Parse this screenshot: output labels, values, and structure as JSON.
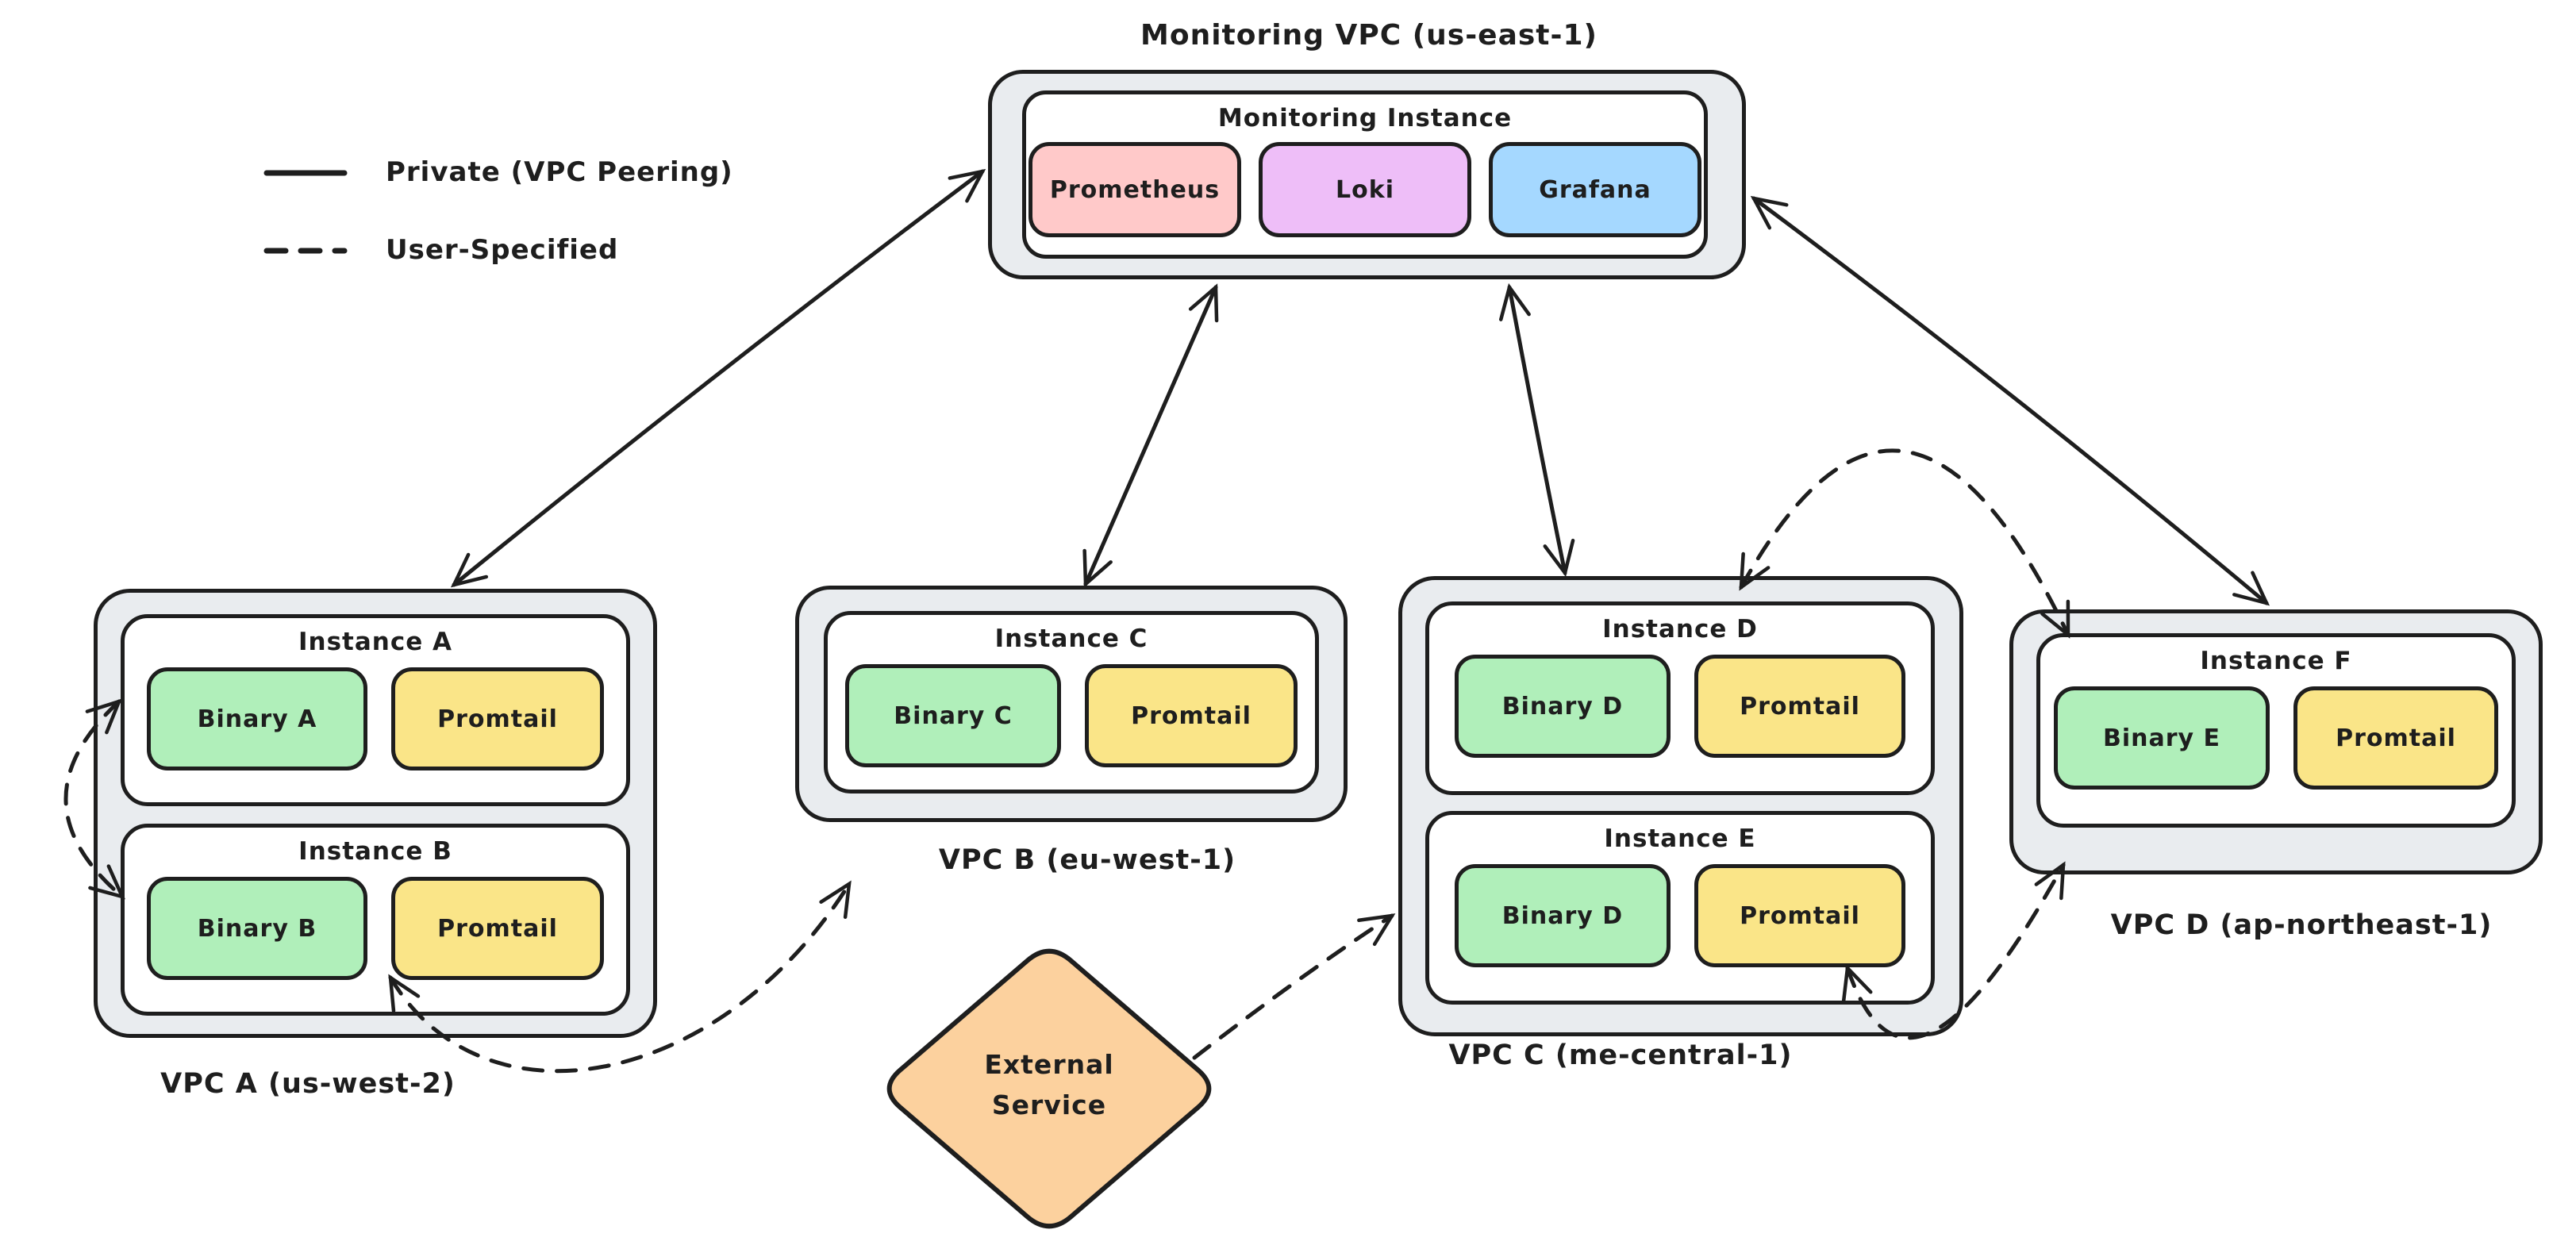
{
  "diagram": {
    "title": "Monitoring VPC (us-east-1)",
    "legend": {
      "items": [
        {
          "style": "solid",
          "label": "Private (VPC Peering)"
        },
        {
          "style": "dashed",
          "label": "User-Specified"
        }
      ]
    },
    "monitoring": {
      "label": "Monitoring Instance",
      "services": [
        {
          "name": "Prometheus",
          "fill": "#ffc9c9"
        },
        {
          "name": "Loki",
          "fill": "#eebef8"
        },
        {
          "name": "Grafana",
          "fill": "#a5d8ff"
        }
      ]
    },
    "vpcs": [
      {
        "caption": "VPC A (us-west-2)",
        "instances": [
          {
            "label": "Instance A",
            "binary": "Binary A",
            "agent": "Promtail"
          },
          {
            "label": "Instance B",
            "binary": "Binary B",
            "agent": "Promtail"
          }
        ]
      },
      {
        "caption": "VPC B (eu-west-1)",
        "instances": [
          {
            "label": "Instance C",
            "binary": "Binary C",
            "agent": "Promtail"
          }
        ]
      },
      {
        "caption": "VPC C (me-central-1)",
        "instances": [
          {
            "label": "Instance D",
            "binary": "Binary D",
            "agent": "Promtail"
          },
          {
            "label": "Instance E",
            "binary": "Binary D",
            "agent": "Promtail"
          }
        ]
      },
      {
        "caption": "VPC D (ap-northeast-1)",
        "instances": [
          {
            "label": "Instance F",
            "binary": "Binary E",
            "agent": "Promtail"
          }
        ]
      }
    ],
    "external_service": {
      "line1": "External",
      "line2": "Service",
      "fill": "#fcd19e"
    },
    "colors": {
      "stroke": "#1e1e1e",
      "vpc_fill": "#e9ecef",
      "instance_fill": "#ffffff",
      "binary_fill": "#b0efba",
      "promtail_fill": "#fae588"
    },
    "connections": [
      {
        "from": "Monitoring Instance",
        "to": "VPC A (Instance A)",
        "style": "private-vpc-peering",
        "bidirectional": true
      },
      {
        "from": "Monitoring Instance",
        "to": "VPC B (Instance C)",
        "style": "private-vpc-peering",
        "bidirectional": true
      },
      {
        "from": "Monitoring Instance",
        "to": "VPC C (Instance D)",
        "style": "private-vpc-peering",
        "bidirectional": true
      },
      {
        "from": "Monitoring Instance",
        "to": "VPC D (Instance F)",
        "style": "private-vpc-peering",
        "bidirectional": true
      },
      {
        "from": "Instance A",
        "to": "Instance B",
        "style": "user-specified",
        "bidirectional": true
      },
      {
        "from": "Instance B",
        "to": "Instance C",
        "style": "user-specified",
        "bidirectional": true
      },
      {
        "from": "External Service",
        "to": "Instance E",
        "style": "user-specified",
        "bidirectional": false
      },
      {
        "from": "Instance D",
        "to": "Instance F",
        "style": "user-specified",
        "bidirectional": true
      },
      {
        "from": "Instance E",
        "to": "Instance F",
        "style": "user-specified",
        "bidirectional": true
      }
    ]
  }
}
